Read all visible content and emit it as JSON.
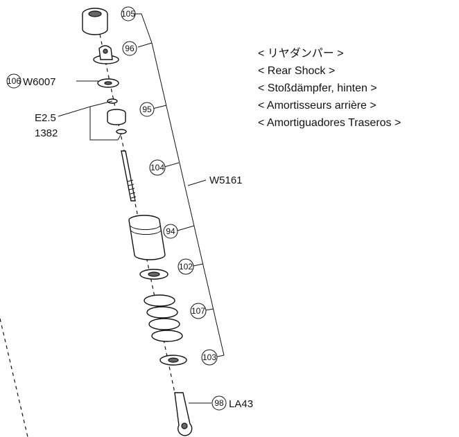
{
  "titles": [
    "< リヤダンパー >",
    "< Rear Shock >",
    "< Stoßdämpfer, hinten >",
    "< Amortisseurs arrière >",
    "< Amortiguadores Traseros >"
  ],
  "callouts": {
    "c105": "105",
    "c96": "96",
    "c106": "106",
    "c95": "95",
    "c104": "104",
    "c94": "94",
    "c102": "102",
    "c107": "107",
    "c103": "103",
    "c98": "98"
  },
  "labels": {
    "w6007": "W6007",
    "e25": "E2.5",
    "n1382": "1382",
    "w5161": "W5161",
    "la43": "LA43"
  }
}
